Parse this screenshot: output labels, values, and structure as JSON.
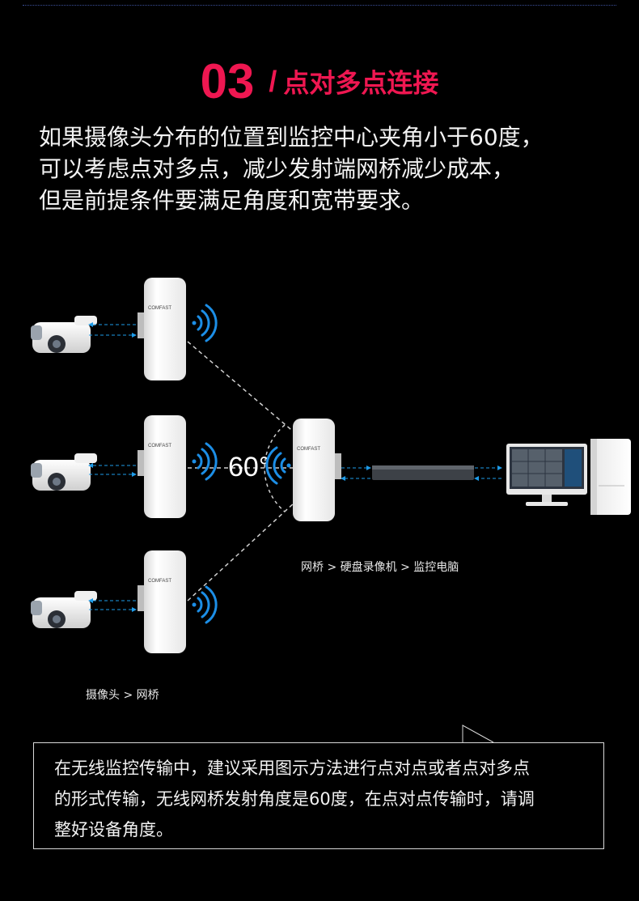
{
  "heading": {
    "number": "03",
    "slash": "/",
    "title": "点对多点连接"
  },
  "intro": {
    "lines": [
      "如果摄像头分布的位置到监控中心夹角小于60度，",
      "可以考虑点对多点，减少发射端网桥减少成本，",
      "但是前提条件要满足角度和宽带要求。"
    ]
  },
  "diagram": {
    "angle_label": "60°",
    "brand_label": "COMFAST",
    "caption_right": "网桥  >  硬盘录像机  >  监控电脑",
    "caption_left": "摄像头  >  网桥",
    "colors": {
      "accent": "#ef1751",
      "arrow": "#1e9be8",
      "signal": "#1c8ee6"
    }
  },
  "note": {
    "lines": [
      "在无线监控传输中，建议采用图示方法进行点对点或者点对多点",
      "的形式传输，无线网桥发射角度是60度，在点对点传输时，请调",
      "整好设备角度。"
    ]
  }
}
